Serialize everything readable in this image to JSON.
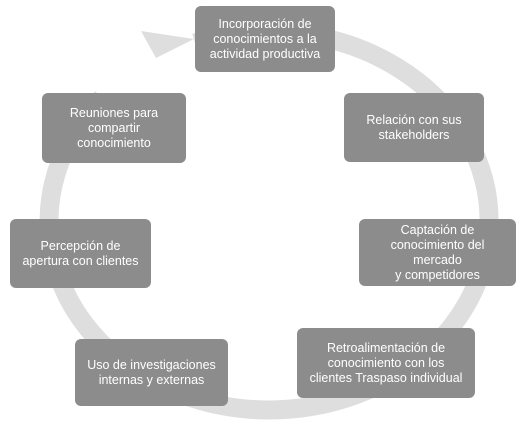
{
  "diagram": {
    "ring_color": "#dedede",
    "box_color": "#8c8c8c",
    "text_color": "#ffffff",
    "nodes": [
      {
        "label": "Incorporación de\nconocimientos a la\nactividad productiva"
      },
      {
        "label": "Relación con sus\nstakeholders"
      },
      {
        "label": "Captación de\nconocimiento del mercado\ny competidores"
      },
      {
        "label": "Retroalimentación de\nconocimiento con los\nclientes Traspaso individual"
      },
      {
        "label": "Uso de investigaciones\ninternas y externas"
      },
      {
        "label": "Percepción de\napertura con clientes"
      },
      {
        "label": "Reuniones para\ncompartir\nconocimiento"
      }
    ]
  }
}
